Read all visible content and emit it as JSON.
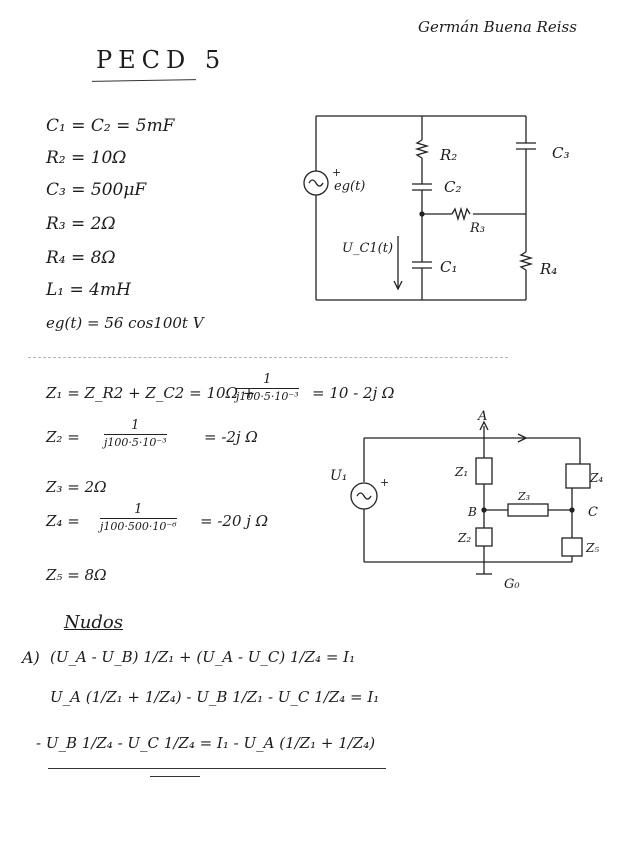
{
  "header": {
    "author": "Germán Buena Reiss",
    "title": "PECD 5"
  },
  "given": [
    "C₁ = C₂ = 5mF",
    "R₂ = 10Ω",
    "C₃ = 500μF",
    "R₃ = 2Ω",
    "R₄ = 8Ω",
    "L₁ = 4mH",
    "eg(t) = 56 cos100t V"
  ],
  "circuit1": {
    "source_label": "eg(t)",
    "source_plus": "+",
    "voltage_label": "U_C1(t)",
    "r2": "R₂",
    "c2": "C₂",
    "c3": "C₃",
    "r3": "R₃",
    "c1": "C₁",
    "r4": "R₄"
  },
  "impedances": {
    "z1_prefix": "Z₁ = Z_R2 + Z_C2 = 10Ω +",
    "z1_num": "1",
    "z1_den": "j100·5·10⁻³",
    "z1_result": "= 10 - 2j Ω",
    "z2_prefix": "Z₂ =",
    "z2_num": "1",
    "z2_den": "j100·5·10⁻³",
    "z2_result": "= -2j Ω",
    "z3": "Z₃ = 2Ω",
    "z4_prefix": "Z₄ =",
    "z4_num": "1",
    "z4_den": "j100·500·10⁻⁶",
    "z4_result": "= -20 j Ω",
    "z5": "Z₅ = 8Ω"
  },
  "circuit2": {
    "node_a": "A",
    "node_b": "B",
    "node_c": "C",
    "ground": "G₀",
    "source": "U₁",
    "plus": "+",
    "z1": "Z₁",
    "z2": "Z₂",
    "z3": "Z₃",
    "z4": "Z₄",
    "z5": "Z₅"
  },
  "nodos": {
    "heading": "Nudos",
    "item_label": "A)",
    "line1": "(U_A - U_B) 1/Z₁ + (U_A - U_C) 1/Z₄ = I₁",
    "line2": "U_A (1/Z₁ + 1/Z₄) - U_B 1/Z₁ - U_C 1/Z₄ = I₁",
    "line3": "- U_B 1/Z₄ - U_C 1/Z₄ = I₁ - U_A (1/Z₁ + 1/Z₄)"
  }
}
